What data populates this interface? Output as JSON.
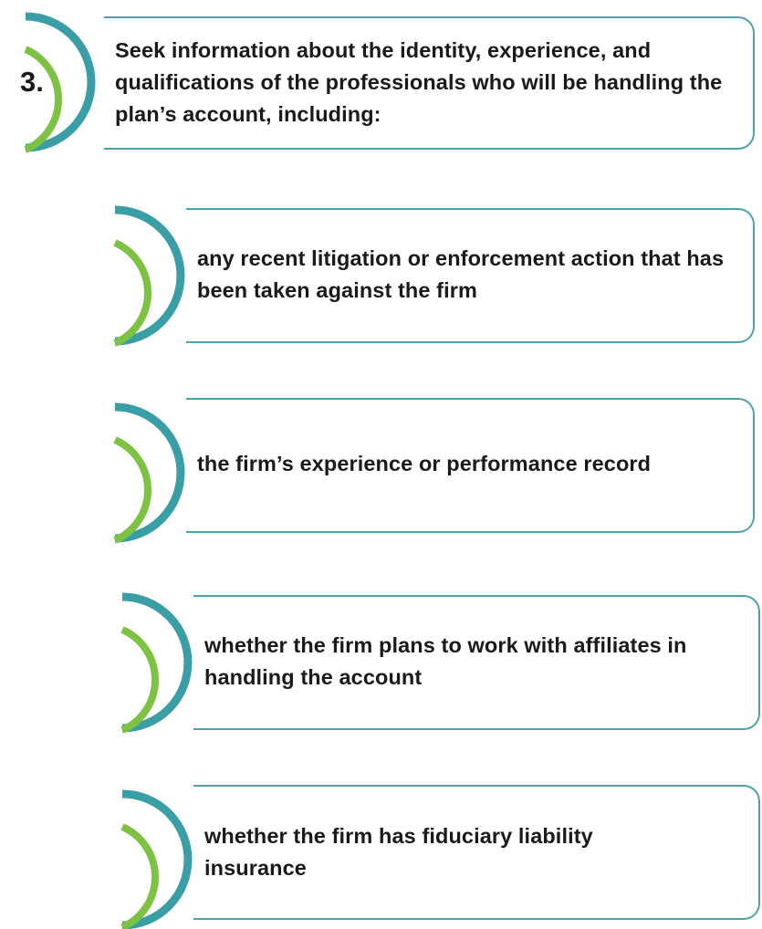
{
  "colors": {
    "teal": "#3a9ea6",
    "green": "#7dc242",
    "border": "#4aa3a8",
    "text": "#1a1a1a"
  },
  "main_step": {
    "number": "3.",
    "text": "Seek information about the identity, experience, and qualifications of the professionals who will be handling the plan’s account, including:"
  },
  "items": [
    {
      "text": "any recent litigation or enforcement action that has been taken against the firm"
    },
    {
      "text": "the firm’s experience or performance record"
    },
    {
      "text": "whether the firm plans to work with affiliates in handling the account"
    },
    {
      "text": "whether the firm has fiduciary liability insurance"
    }
  ]
}
